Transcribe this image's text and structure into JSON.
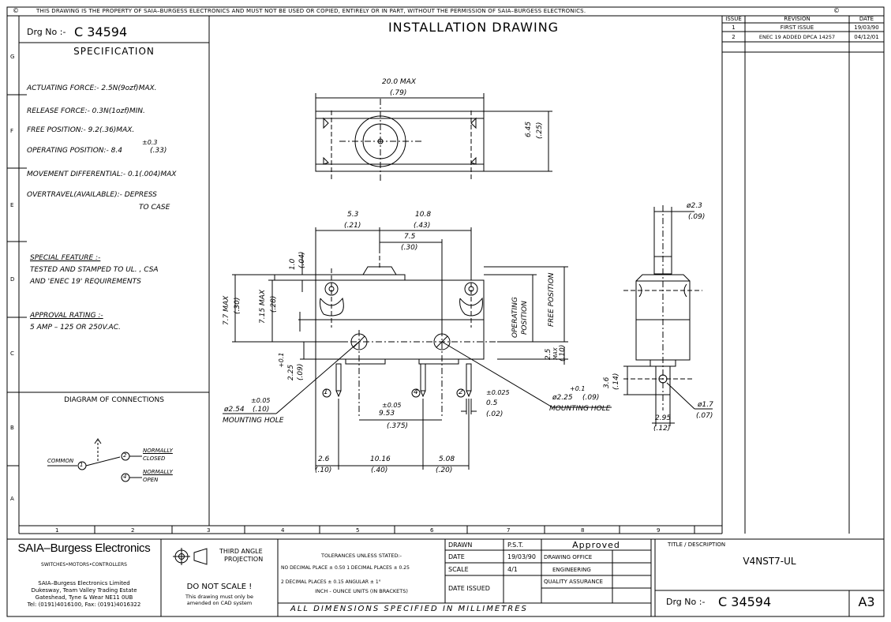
{
  "copyright_notice": "THIS DRAWING IS THE PROPERTY OF SAIA–BURGESS ELECTRONICS AND MUST NOT BE USED OR COPIED, ENTIRELY OR IN PART, WITHOUT THE PERMISSION OF SAIA–BURGESS ELECTRONICS.",
  "copyright_symbol": "©",
  "drg_no_label": "Drg No :-",
  "drg_no": "C 34594",
  "title": "INSTALLATION DRAWING",
  "specification": {
    "heading": "SPECIFICATION",
    "actuating_force": "ACTUATING FORCE:- 2.5N(9ozf)MAX.",
    "release_force": "RELEASE FORCE:- 0.3N(1ozf)MIN.",
    "free_position": "FREE POSITION:- 9.2(.36)MAX.",
    "operating_position": "OPERATING POSITION:- 8.4",
    "operating_tol": "±0.3",
    "operating_inch": "(.33)",
    "movement_differential": "MOVEMENT DIFFERENTIAL:- 0.1(.004)MAX",
    "overtravel_1": "OVERTRAVEL(AVAILABLE):- DEPRESS",
    "overtravel_2": "TO CASE",
    "special_heading": "SPECIAL FEATURE :-",
    "special_1": "TESTED AND STAMPED TO UL. , CSA",
    "special_2": "AND 'ENEC 19' REQUIREMENTS",
    "approval_heading": "APPROVAL RATING :-",
    "approval_1": "5 AMP – 125 OR 250V.AC."
  },
  "connections": {
    "heading": "DIAGRAM OF CONNECTIONS",
    "common": "COMMON",
    "t1": "1",
    "t2": "2",
    "t4": "4",
    "nc_1": "NORMALLY",
    "nc_2": "CLOSED",
    "no_1": "NORMALLY",
    "no_2": "OPEN"
  },
  "zones": {
    "rows": [
      "G",
      "F",
      "E",
      "D",
      "C",
      "B",
      "A"
    ],
    "cols": [
      "1",
      "2",
      "3",
      "4",
      "5",
      "6",
      "7",
      "8",
      "9"
    ]
  },
  "revisions": {
    "headers": [
      "ISSUE",
      "REVISION",
      "DATE"
    ],
    "rows": [
      [
        "1",
        "FIRST ISSUE",
        "19/03/90"
      ],
      [
        "2",
        "ENEC 19 ADDED DPCA 14257",
        "04/12/01"
      ]
    ]
  },
  "dims": {
    "top_width": "20.0 MAX",
    "top_width_in": "(.79)",
    "top_height": "6.45",
    "top_height_in": "(.25)",
    "d53": "5.3",
    "d53_in": "(.21)",
    "d108": "10.8",
    "d108_in": "(.43)",
    "d75": "7.5",
    "d75_in": "(.30)",
    "d10": "1.0",
    "d10_in": "(.04)",
    "d77": "7.7 MAX",
    "d77_in": "(.30)",
    "d715": "7.15 MAX",
    "d715_in": "(.28)",
    "op_pos_1": "OPERATING",
    "op_pos_2": "POSITION",
    "free_pos": "FREE POSITION",
    "d25": "2.5",
    "d25_max": "MAX",
    "d25_in": "(.10)",
    "d225": "2.25",
    "d225_tol": "+0.1",
    "d225_in": "(.09)",
    "d254": "ø2.54",
    "d254_tol": "±0.05",
    "d254_in": "(.10)",
    "mounting_hole": "MOUNTING HOLE",
    "d953": "9.53",
    "d953_tol": "±0.05",
    "d953_in": "(.375)",
    "d05": "0.5",
    "d05_tol": "±0.025",
    "d05_in": "(.02)",
    "d225h": "ø2.25",
    "d225h_tol": "+0.1",
    "d225h_in": "(.09)",
    "d26": "2.6",
    "d26_in": "(.10)",
    "d1016": "10.16",
    "d1016_in": "(.40)",
    "d508": "5.08",
    "d508_in": "(.20)",
    "d23": "ø2.3",
    "d23_in": "(.09)",
    "d36": "3.6",
    "d36_in": "(.14)",
    "d17": "ø1.7",
    "d17_in": "(.07)",
    "d295": "2.95",
    "d295_in": "(.12)",
    "term1": "1",
    "term2": "2",
    "term4": "4"
  },
  "title_block": {
    "company": "SAIA–Burgess Electronics",
    "tagline": "SWITCHES•MOTORS•CONTROLLERS",
    "address_1": "SAIA–Burgess Electronics Limited",
    "address_2": "Dukesway, Team Valley Trading Estate",
    "address_3": "Gateshead, Tyne & Wear NE11 0UB",
    "address_4": "Tel: (0191)4016100, Fax: (0191)4016322",
    "projection_1": "THIRD ANGLE",
    "projection_2": "PROJECTION",
    "no_scale": "DO NOT SCALE !",
    "cad_1": "This drawing must only be",
    "cad_2": "amended on CAD system",
    "tol_heading": "TOLERANCES UNLESS STATED:-",
    "tol_1": "NO DECIMAL PLACE ± 0.50   1 DECIMAL PLACES ± 0.25",
    "tol_2": "2 DECIMAL PLACES ± 0.15        ANGULAR ± 1°",
    "tol_3": "INCH - OUNCE UNITS (IN BRACKETS)",
    "drawn_label": "DRAWN",
    "drawn_val": "P.S.T.",
    "date_label": "DATE",
    "date_val": "19/03/90",
    "scale_label": "SCALE",
    "scale_val": "4/1",
    "date_issued_label": "DATE ISSUED",
    "approved": "Approved",
    "drawing_office": "DRAWING OFFICE",
    "engineering": "ENGINEERING",
    "quality": "QUALITY ASSURANCE",
    "dims_note": "ALL    DIMENSIONS    SPECIFIED    IN    MILLIMETRES",
    "title_desc_label": "TITLE / DESCRIPTION",
    "part_no": "V4NST7-UL",
    "sheet_size": "A3"
  }
}
